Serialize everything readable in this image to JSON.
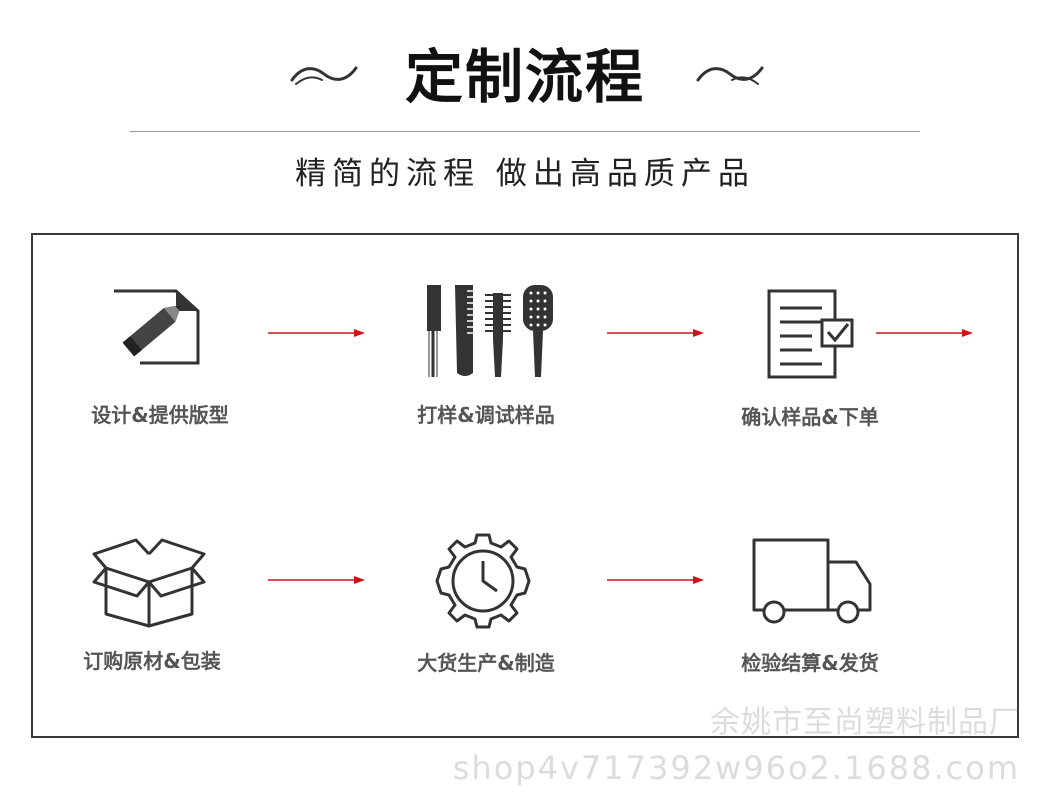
{
  "header": {
    "title": "定制流程",
    "subtitle": "精简的流程 做出高品质产品"
  },
  "steps": [
    {
      "label": "设计&提供版型",
      "icon": "pencil-document-icon"
    },
    {
      "label": "打样&调试样品",
      "icon": "combs-icon"
    },
    {
      "label": "确认样品&下单",
      "icon": "checklist-icon"
    },
    {
      "label": "订购原材&包装",
      "icon": "open-box-icon"
    },
    {
      "label": "大货生产&制造",
      "icon": "gear-clock-icon"
    },
    {
      "label": "检验结算&发货",
      "icon": "truck-icon"
    }
  ],
  "watermark": {
    "company": "余姚市至尚塑料制品厂",
    "url": "shop4v717392w96o2.1688.com"
  },
  "colors": {
    "arrow": "#d0101b",
    "icon": "#333333",
    "label": "#555555"
  }
}
